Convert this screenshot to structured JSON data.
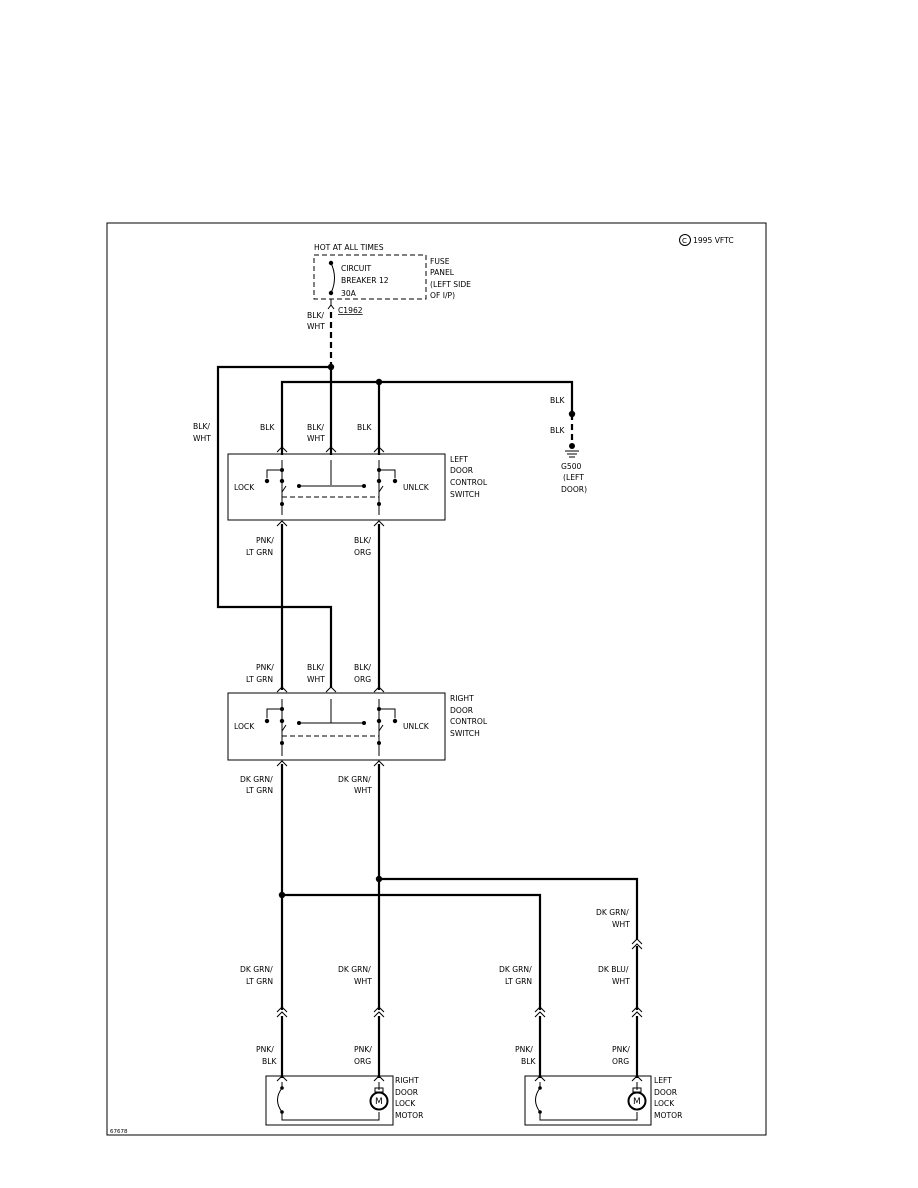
{
  "copyright": "1995 VFTC",
  "copyright_symbol": "C",
  "figure_id": "67678",
  "power": {
    "hot_label": "HOT AT ALL TIMES",
    "breaker": [
      "CIRCUIT",
      "BREAKER 12",
      "30A"
    ],
    "fuse_panel": [
      "FUSE",
      "PANEL",
      "(LEFT SIDE",
      "OF I/P)"
    ],
    "connector": "C1962",
    "wire": [
      "BLK/",
      "WHT"
    ]
  },
  "ground": {
    "wire_upper": "BLK",
    "wire_lower": "BLK",
    "label": [
      "G500",
      "(LEFT",
      "DOOR)"
    ]
  },
  "left_switch": {
    "title": [
      "LEFT",
      "DOOR",
      "CONTROL",
      "SWITCH"
    ],
    "lock": "LOCK",
    "unlock": "UNLCK",
    "wires_top": {
      "side": [
        "BLK/",
        "WHT"
      ],
      "a": [
        "BLK"
      ],
      "b": [
        "BLK/",
        "WHT"
      ],
      "c": [
        "BLK"
      ]
    },
    "wires_bottom": {
      "a": [
        "PNK/",
        "LT GRN"
      ],
      "c": [
        "BLK/",
        "ORG"
      ]
    }
  },
  "right_switch": {
    "title": [
      "RIGHT",
      "DOOR",
      "CONTROL",
      "SWITCH"
    ],
    "lock": "LOCK",
    "unlock": "UNLCK",
    "wires_top": {
      "a": [
        "PNK/",
        "LT GRN"
      ],
      "b": [
        "BLK/",
        "WHT"
      ],
      "c": [
        "BLK/",
        "ORG"
      ]
    },
    "wires_bottom": {
      "a": [
        "DK GRN/",
        "LT GRN"
      ],
      "c": [
        "DK GRN/",
        "WHT"
      ]
    }
  },
  "branches": {
    "right_a": [
      "DK GRN/",
      "LT GRN"
    ],
    "right_c": [
      "DK GRN/",
      "WHT"
    ],
    "left_a": [
      "DK GRN/",
      "LT GRN"
    ],
    "left_c_upper": [
      "DK GRN/",
      "WHT"
    ],
    "left_c_lower": [
      "DK BLU/",
      "WHT"
    ]
  },
  "right_motor": {
    "wire_a": [
      "PNK/",
      "BLK"
    ],
    "wire_c": [
      "PNK/",
      "ORG"
    ],
    "symbol": "M",
    "title": [
      "RIGHT",
      "DOOR",
      "LOCK",
      "MOTOR"
    ]
  },
  "left_motor": {
    "wire_a": [
      "PNK/",
      "BLK"
    ],
    "wire_c": [
      "PNK/",
      "ORG"
    ],
    "symbol": "M",
    "title": [
      "LEFT",
      "DOOR",
      "LOCK",
      "MOTOR"
    ]
  }
}
